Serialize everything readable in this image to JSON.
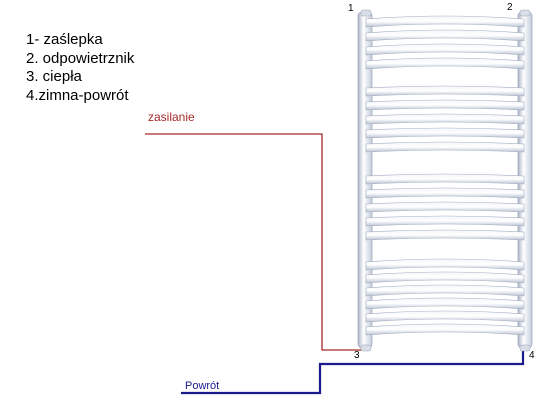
{
  "legend": {
    "items": [
      "1- zaślepka",
      "2. odpowietrznik",
      "3. ciepła",
      "4.zimna-powrót"
    ]
  },
  "pipes": {
    "supply_label": "zasilanie",
    "supply_color": "#a52a2a",
    "return_label": "Powrót",
    "return_color": "#1a1a8c"
  },
  "markers": {
    "m1": "1",
    "m2": "2",
    "m3": "3",
    "m4": "4"
  },
  "radiator": {
    "color": "#ffffff",
    "outline_color": "#b8c4d4"
  }
}
